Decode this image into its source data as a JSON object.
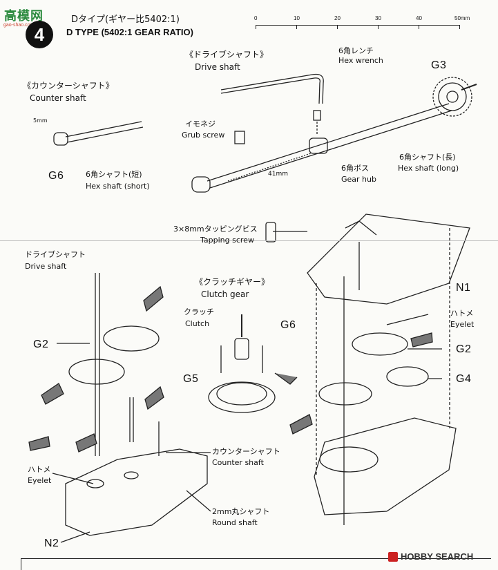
{
  "logo": {
    "text": "高模网",
    "url": "gao-shao.com"
  },
  "step": {
    "number": "4",
    "title_jp": "Dタイプ(ギヤー比5402:1)",
    "title_en": "D TYPE (5402:1 GEAR RATIO)"
  },
  "ruler": {
    "ticks": [
      "0",
      "10",
      "20",
      "30",
      "40",
      "50mm"
    ]
  },
  "drive_shaft_section": {
    "heading_jp": "《ドライブシャフト》",
    "heading_en": "Drive shaft",
    "hex_wrench_jp": "6角レンチ",
    "hex_wrench_en": "Hex wrench",
    "grub_screw_jp": "イモネジ",
    "grub_screw_en": "Grub screw",
    "gear_hub_jp": "6角ボス",
    "gear_hub_en": "Gear hub",
    "hex_shaft_long_jp": "6角シャフト(長)",
    "hex_shaft_long_en": "Hex shaft (long)",
    "dim": "41mm",
    "gear": "G3"
  },
  "counter_shaft_section": {
    "heading_jp": "《カウンターシャフト》",
    "heading_en": "Counter shaft",
    "dim": "5mm",
    "gear": "G6",
    "hex_shaft_short_jp": "6角シャフト(短)",
    "hex_shaft_short_en": "Hex shaft (short)"
  },
  "tapping_screw": {
    "jp": "3×8mmタッピングビス",
    "en": "Tapping screw"
  },
  "clutch_section": {
    "heading_jp": "《クラッチギヤー》",
    "heading_en": "Clutch gear",
    "clutch_jp": "クラッチ",
    "clutch_en": "Clutch",
    "gear": "G5"
  },
  "left_assembly": {
    "drive_shaft_jp": "ドライブシャフト",
    "drive_shaft_en": "Drive shaft",
    "g2": "G2",
    "eyelet_jp": "ハトメ",
    "eyelet_en": "Eyelet",
    "counter_shaft_jp": "カウンターシャフト",
    "counter_shaft_en": "Counter shaft",
    "round_shaft_jp": "2mm丸シャフト",
    "round_shaft_en": "Round shaft",
    "n2": "N2"
  },
  "right_assembly": {
    "n1": "N1",
    "eyelet_jp": "ハトメ",
    "eyelet_en": "Eyelet",
    "g6": "G6",
    "g2": "G2",
    "g4": "G4"
  },
  "watermark": "HOBBY SEARCH"
}
